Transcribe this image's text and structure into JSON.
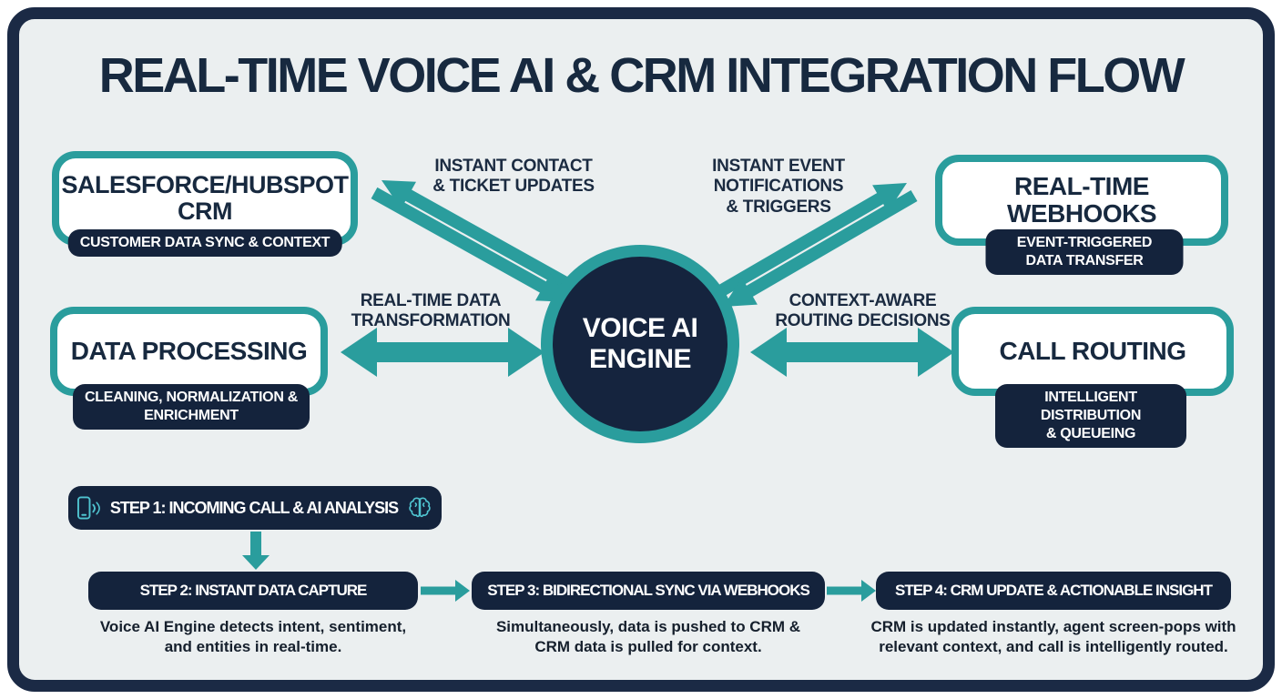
{
  "colors": {
    "navy_border": "#1b2a45",
    "navy_fill": "#14233c",
    "navy_text": "#17293f",
    "teal": "#2a9d9d",
    "icon_teal": "#4fc3cf",
    "background": "#ebeff0",
    "white": "#ffffff"
  },
  "title": "REAL-TIME VOICE AI & CRM INTEGRATION FLOW",
  "nodes": {
    "crm": {
      "title": "SALESFORCE/HUBSPOT\nCRM",
      "badge": "CUSTOMER DATA SYNC & CONTEXT"
    },
    "webhooks": {
      "title": "REAL-TIME\nWEBHOOKS",
      "badge": "EVENT-TRIGGERED DATA TRANSFER"
    },
    "processing": {
      "title": "DATA PROCESSING",
      "badge": "CLEANING, NORMALIZATION &\nENRICHMENT"
    },
    "routing": {
      "title": "CALL ROUTING",
      "badge": "INTELLIGENT DISTRIBUTION\n& QUEUEING"
    },
    "engine": {
      "title": "VOICE AI\nENGINE"
    }
  },
  "edge_labels": {
    "crm_engine": "INSTANT CONTACT\n& TICKET UPDATES",
    "webhooks_engine": "INSTANT EVENT\nNOTIFICATIONS\n& TRIGGERS",
    "processing_engine": "REAL-TIME DATA\nTRANSFORMATION",
    "routing_engine": "CONTEXT-AWARE\nROUTING DECISIONS"
  },
  "steps": [
    {
      "label": "STEP 1: INCOMING CALL & AI ANALYSIS",
      "icons": {
        "left": "phone-icon",
        "right": "brain-icon"
      }
    },
    {
      "label": "STEP 2: INSTANT DATA CAPTURE",
      "description": "Voice AI Engine detects intent, sentiment,\nand entities in real-time."
    },
    {
      "label": "STEP 3: BIDIRECTIONAL SYNC VIA WEBHOOKS",
      "description": "Simultaneously, data is pushed to CRM &\nCRM data is pulled for context."
    },
    {
      "label": "STEP 4: CRM UPDATE & ACTIONABLE INSIGHT",
      "description": "CRM is updated instantly, agent screen-pops with\nrelevant context, and call is intelligently routed."
    }
  ]
}
